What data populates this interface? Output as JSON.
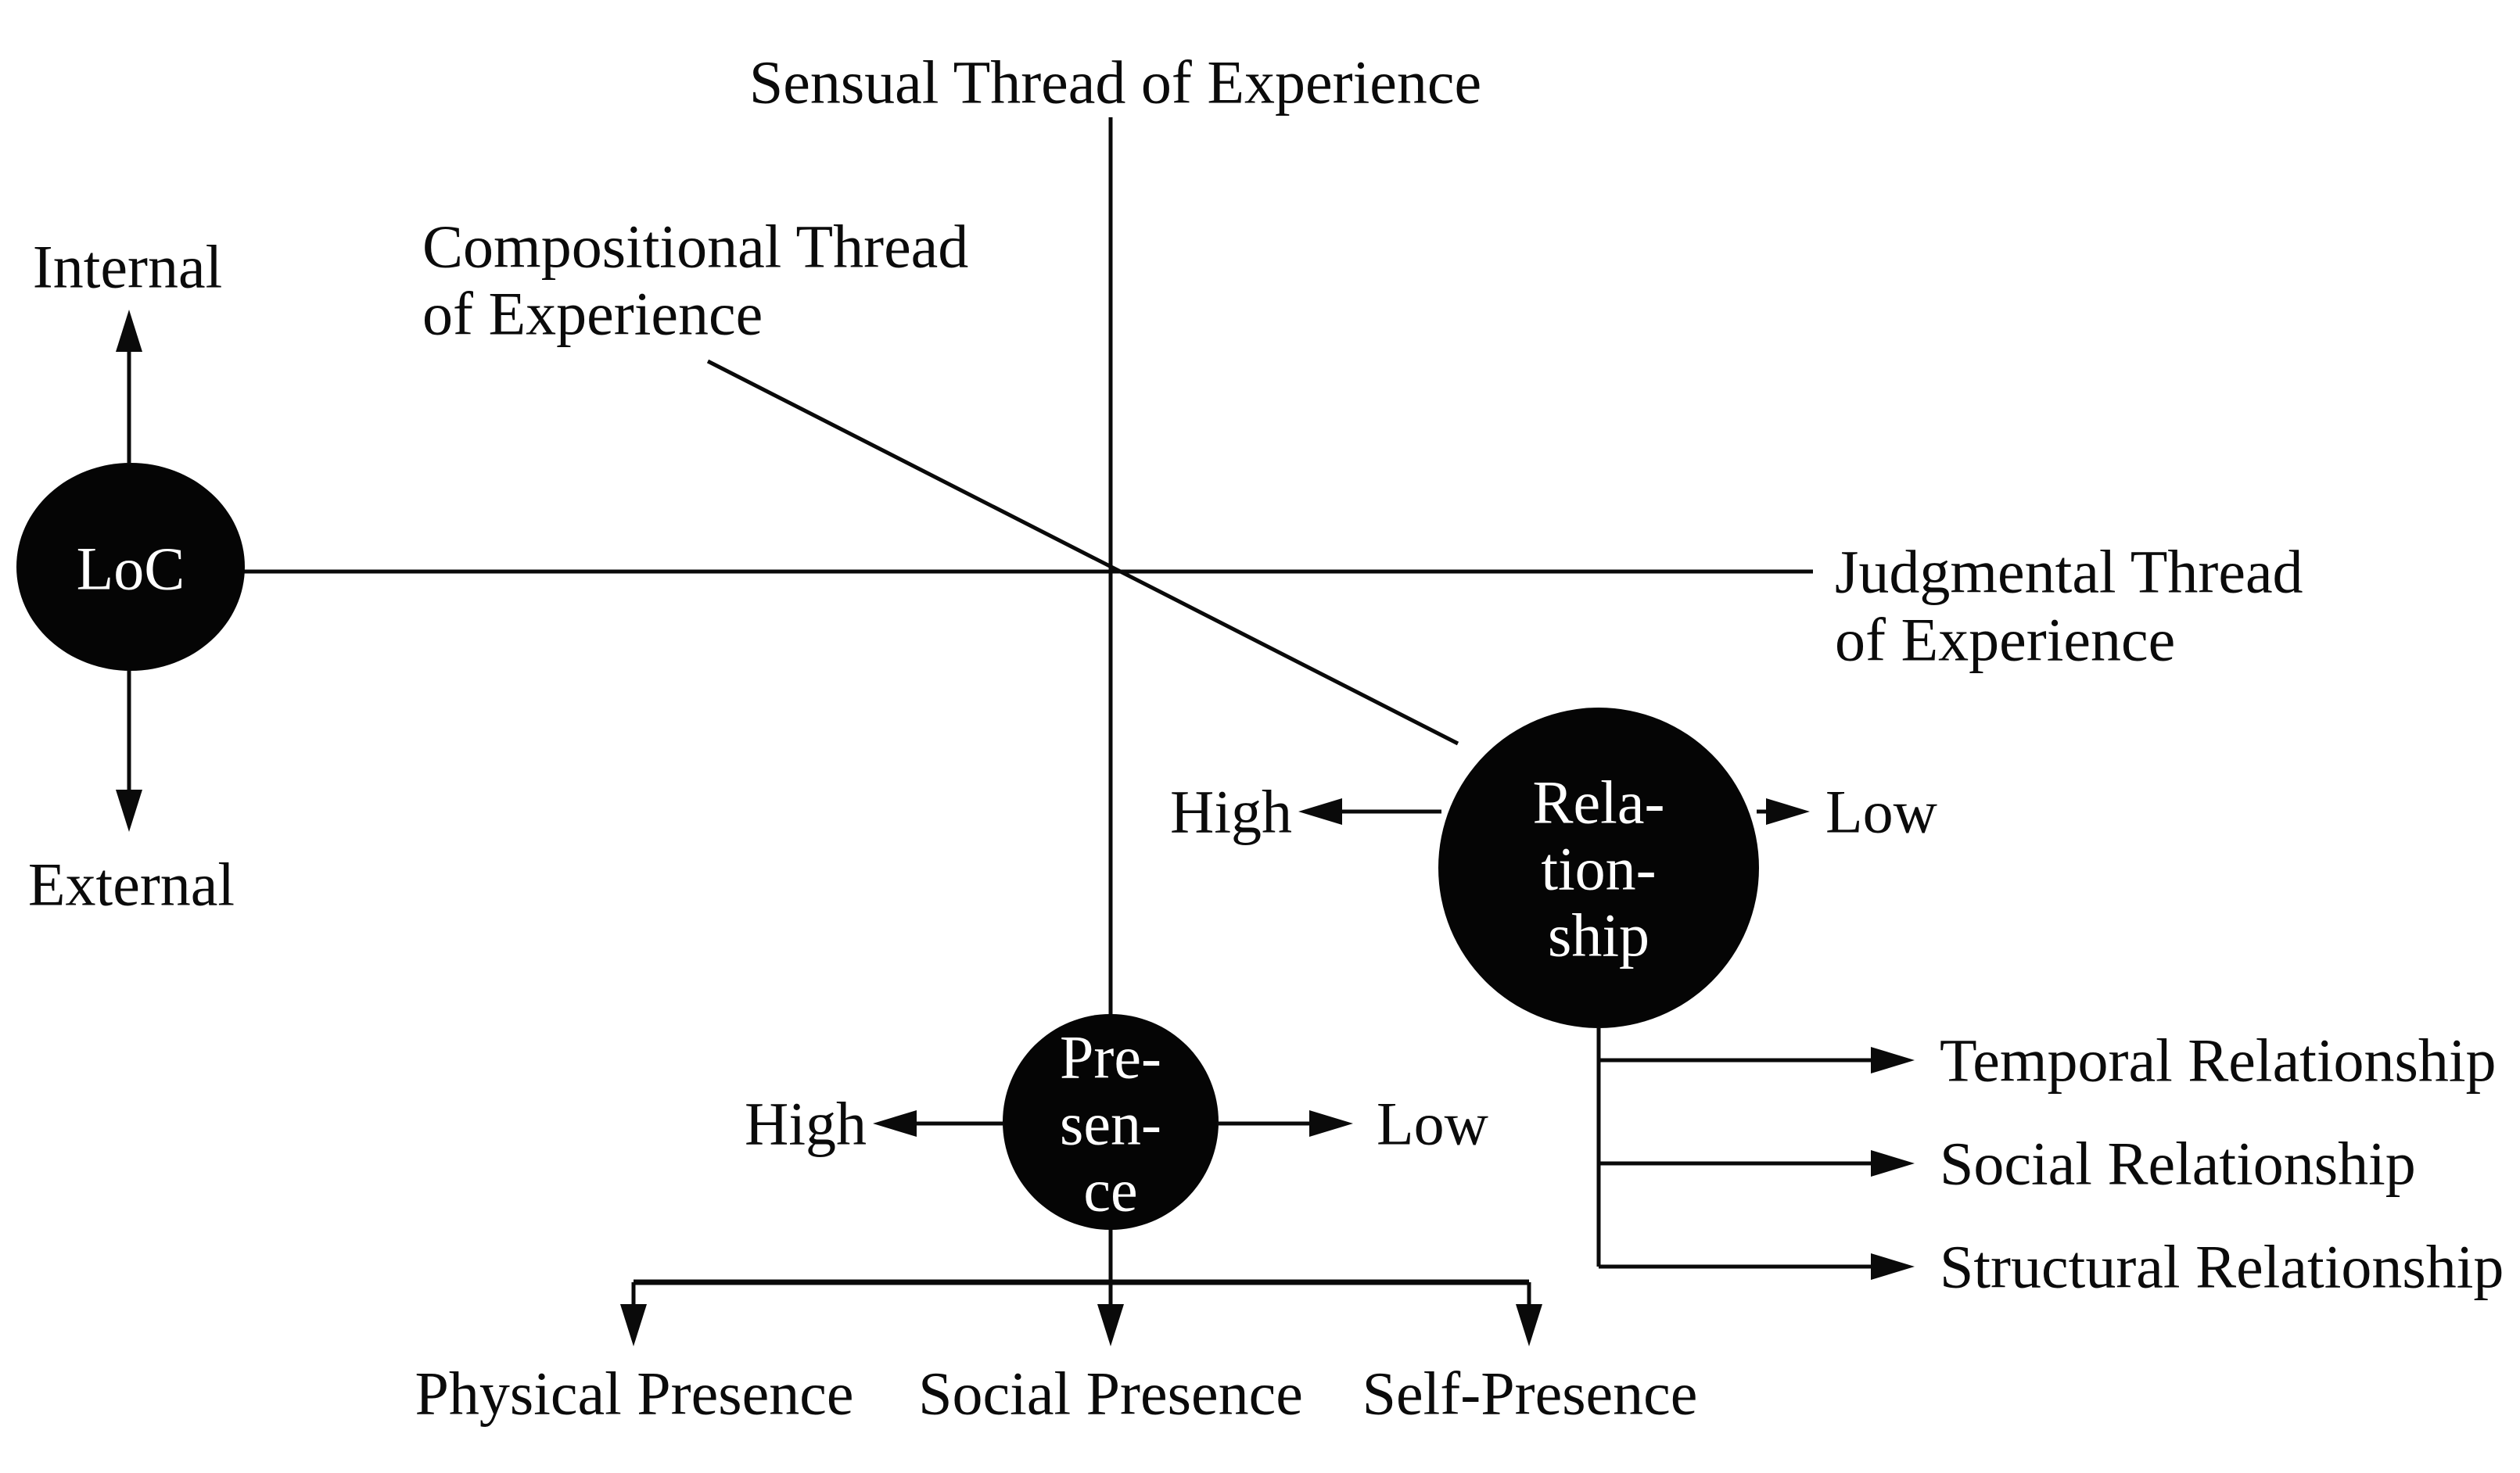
{
  "figure": {
    "background_color": "#ffffff",
    "ink_color": "#0a0a0a",
    "node_fill_color": "#050505",
    "node_text_color": "#ffffff"
  },
  "threads": {
    "sensual_label": "Sensual Thread of Experience",
    "compositional_label_line1": "Compositional Thread",
    "compositional_label_line2": "of Experience",
    "judgmental_label_line1": "Judgmental Thread",
    "judgmental_label_line2": "of Experience"
  },
  "loc_node": {
    "label": "LoC",
    "up_label": "Internal",
    "down_label": "External"
  },
  "relationship_node": {
    "label_line1": "Rela-",
    "label_line2": "tion-",
    "label_line3": "ship",
    "left_label": "High",
    "right_label": "Low",
    "branches": [
      "Temporal Relationship",
      "Social Relationship",
      "Structural Relationship"
    ]
  },
  "presence_node": {
    "label_line1": "Pre-",
    "label_line2": "sen-",
    "label_line3": "ce",
    "left_label": "High",
    "right_label": "Low",
    "branches": [
      "Physical Presence",
      "Social Presence",
      "Self-Presence"
    ]
  }
}
